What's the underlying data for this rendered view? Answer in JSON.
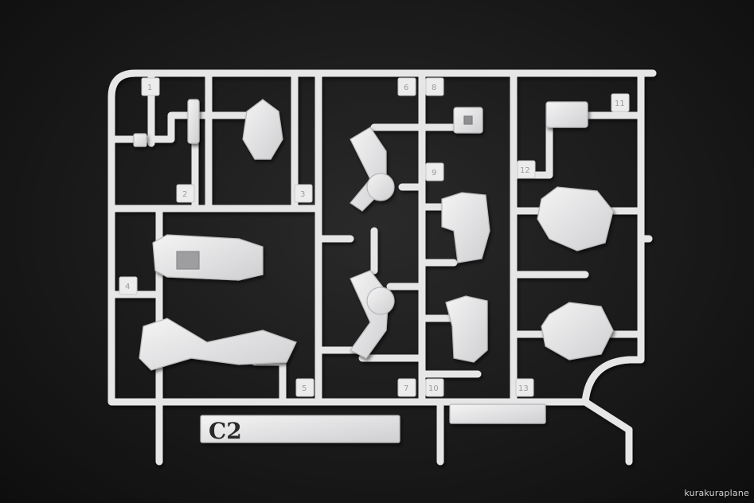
{
  "photo": {
    "code_label": "C2",
    "watermark": "kurakuraplane",
    "part_numbers": [
      "1",
      "2",
      "3",
      "4",
      "5",
      "6",
      "7",
      "8",
      "9",
      "10",
      "11",
      "12",
      "13"
    ],
    "colors": {
      "background": "#141414",
      "plastic": "#e9e9ea",
      "plastic_shadow": "#c4c4c6"
    }
  }
}
